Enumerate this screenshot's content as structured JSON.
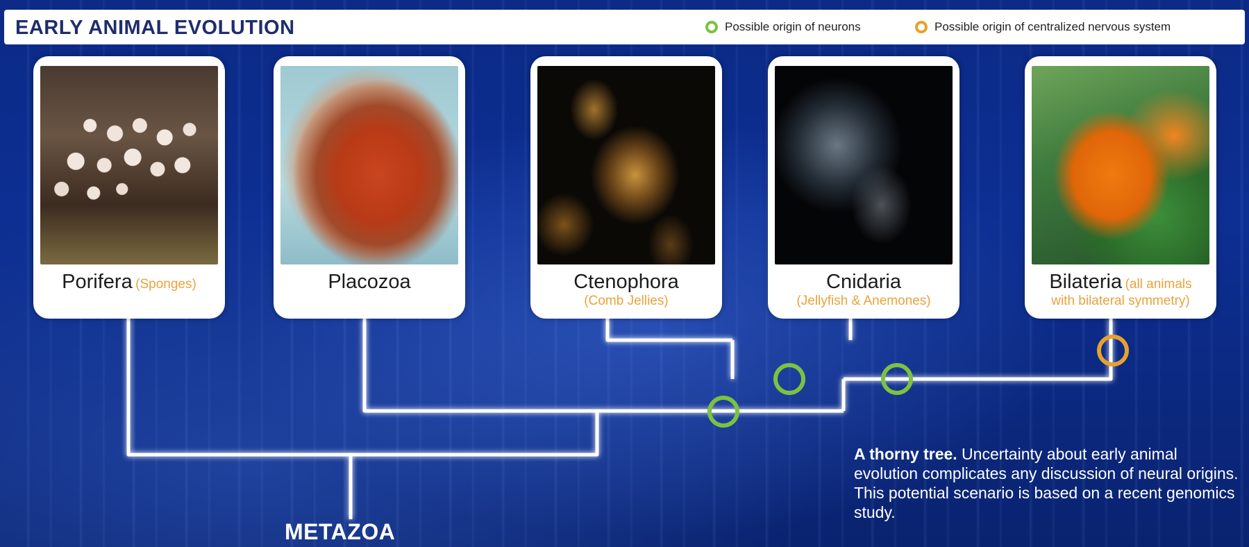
{
  "header": {
    "title": "EARLY ANIMAL EVOLUTION",
    "legend": [
      {
        "label": "Possible origin of neurons",
        "color": "#7cc241"
      },
      {
        "label": "Possible origin of centralized nervous system",
        "color": "#e7a12f"
      }
    ]
  },
  "taxa": [
    {
      "name": "Porifera",
      "common": "(Sponges)"
    },
    {
      "name": "Placozoa",
      "common": ""
    },
    {
      "name": "Ctenophora",
      "common": "(Comb Jellies)"
    },
    {
      "name": "Cnidaria",
      "common": "(Jellyfish & Anemones)"
    },
    {
      "name": "Bilateria",
      "common_line1": "(all animals",
      "common_line2": "with bilateral symmetry)"
    }
  ],
  "root_label": "METAZOA",
  "caption": {
    "lead": "A thorny tree.",
    "body": " Uncertainty about early animal evolution complicates any discussion of neural origins. This potential scenario is based on a recent genomics study."
  },
  "colors": {
    "background": "#0c2a86",
    "branch": "#ffffff",
    "neuron_marker": "#7cc241",
    "cns_marker": "#e7a12f",
    "accent_text": "#e8a33d"
  }
}
